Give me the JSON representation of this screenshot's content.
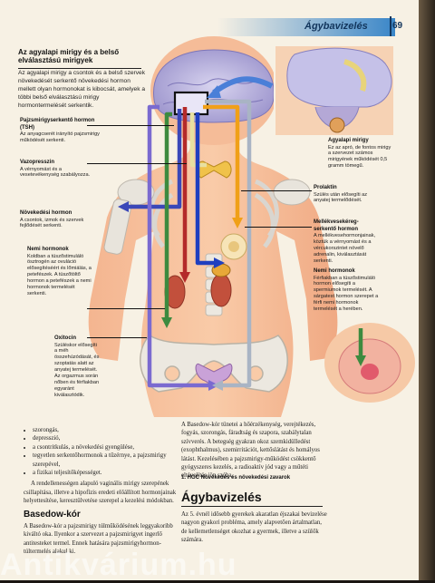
{
  "header": {
    "title": "Ágybavizelés",
    "page_number": "69"
  },
  "section": {
    "title": "Az agyalapi mirigy és a belső elválasztású mirigyek",
    "intro": "Az agyalapi mirigy a csontok és a belső szervek növekedését serkentő növekedési hormon mellett olyan hormonokat is kibocsát, amelyek a többi belső elválasztású mirigy hormontermelését serkentik."
  },
  "labels": {
    "pajzsmirigy": {
      "title": "Pajzsmirigyserkentő hormon (TSH)",
      "text": "Az anyagcserét irányító pajzsmirigy működését serkenti."
    },
    "vazopresszin": {
      "title": "Vazopresszin",
      "text": "A vérnyomást és a vesetevékenység szabályozza."
    },
    "novekedesi": {
      "title": "Növekedési hormon",
      "text": "A csontok, izmok és szervek fejlődését serkenti."
    },
    "nemi_left": {
      "title": "Nemi hormonok",
      "text": "Koldban a tüszőstimuláló ösztrogén az ovuláció elősegítéséért és lőmiálás, a petefészek. A tüszőtöltő hormon a petefészek a nemi hormonok termelését serkenti."
    },
    "oxitocin": {
      "title": "Oxitocin",
      "text": "Szüléskor elősegíti a méh összehúzódását, és szoptatás alatt az anyatej termelését. Az orgazmus során nőben és férfiakban egyaránt kiválasztódik."
    },
    "agyalapi": {
      "title": "Agyalapi mirigy",
      "text": "Ez az apró, de fontos mirigy a szervezet számos mirigyének működését 0,5 gramm tömegű."
    },
    "prolaktin": {
      "title": "Prolaktin",
      "text": "Szülés után elősegíti az anyatej termelődését."
    },
    "mellekvese": {
      "title": "Mellékveseké­reg-serkentő hormon",
      "text": "A mellékvesehormonjainak, köztük a vérnyomást és a vércukorszintet növelő adrenalin, kiválasztását serkenti."
    },
    "nemi_right": {
      "title": "Nemi hormonok",
      "text": "Férfiakban a tüszőstimuláló hormon elősegíti a spermiumok termelését. A sárgatest hormon szerepet a férfi nemi hormonok termelését a herében."
    }
  },
  "bottom_left": {
    "bullets": [
      "szorongás,",
      "depresszió,",
      "a csontritkulás, a növekedési gyengülése,",
      "tegyetlen serkentőhormonok a tűzérnye, a pajzsmirigy szerepével,",
      "a fizikai teljesítőképességet."
    ],
    "paragraph": "A rendellenességen alapuló vaginális mirigy szerepének csillapítása, illetve a hipofízis eredeti előállított hormonjainak helyettesítése, keresztülvetése szerepel a kezelési módokban."
  },
  "basedow": {
    "heading": "Basedow-kór",
    "text": "A Basedow-kór a pajzsmirigy túlműködésének leggyakoribb kiváltó oka. Ilyenkor a szervezet a pajzsmirigyet ingerlő antitesteket termel. Ennek hatására pajzsmirigyhormon-túltermelés alakul ki."
  },
  "bottom_right": {
    "text": "A Basedow-kór tünetei a hőérzékenység, verejtékezés, fogyás, szorongás, fáradtság és szapora, szabálytalan szívverés. A betegség gyakran okoz szemkidülledést (exophthalmus), szemirritációt, kettőslátást és homályos látást. Kezelésében a pajzsmirigy-működést csökkentő gyógyszeres kezelés, a radioaktív jód vagy a műtéti eltávolítás jön szóba.",
    "caption": "1. HGC Növekedés és növekedési zavarok"
  },
  "agybavizeles": {
    "heading": "Ágybavizelés",
    "text": "Az 5. évnél idősebb gyerekek akaratlan éjszakai bevizelése nagyon gyakori probléma, amely alapvetően ártalmatlan, de kellemetlenséget okozhat a gyermek, illetve a szülők számára."
  },
  "watermark": "Antikvárium.hu"
}
